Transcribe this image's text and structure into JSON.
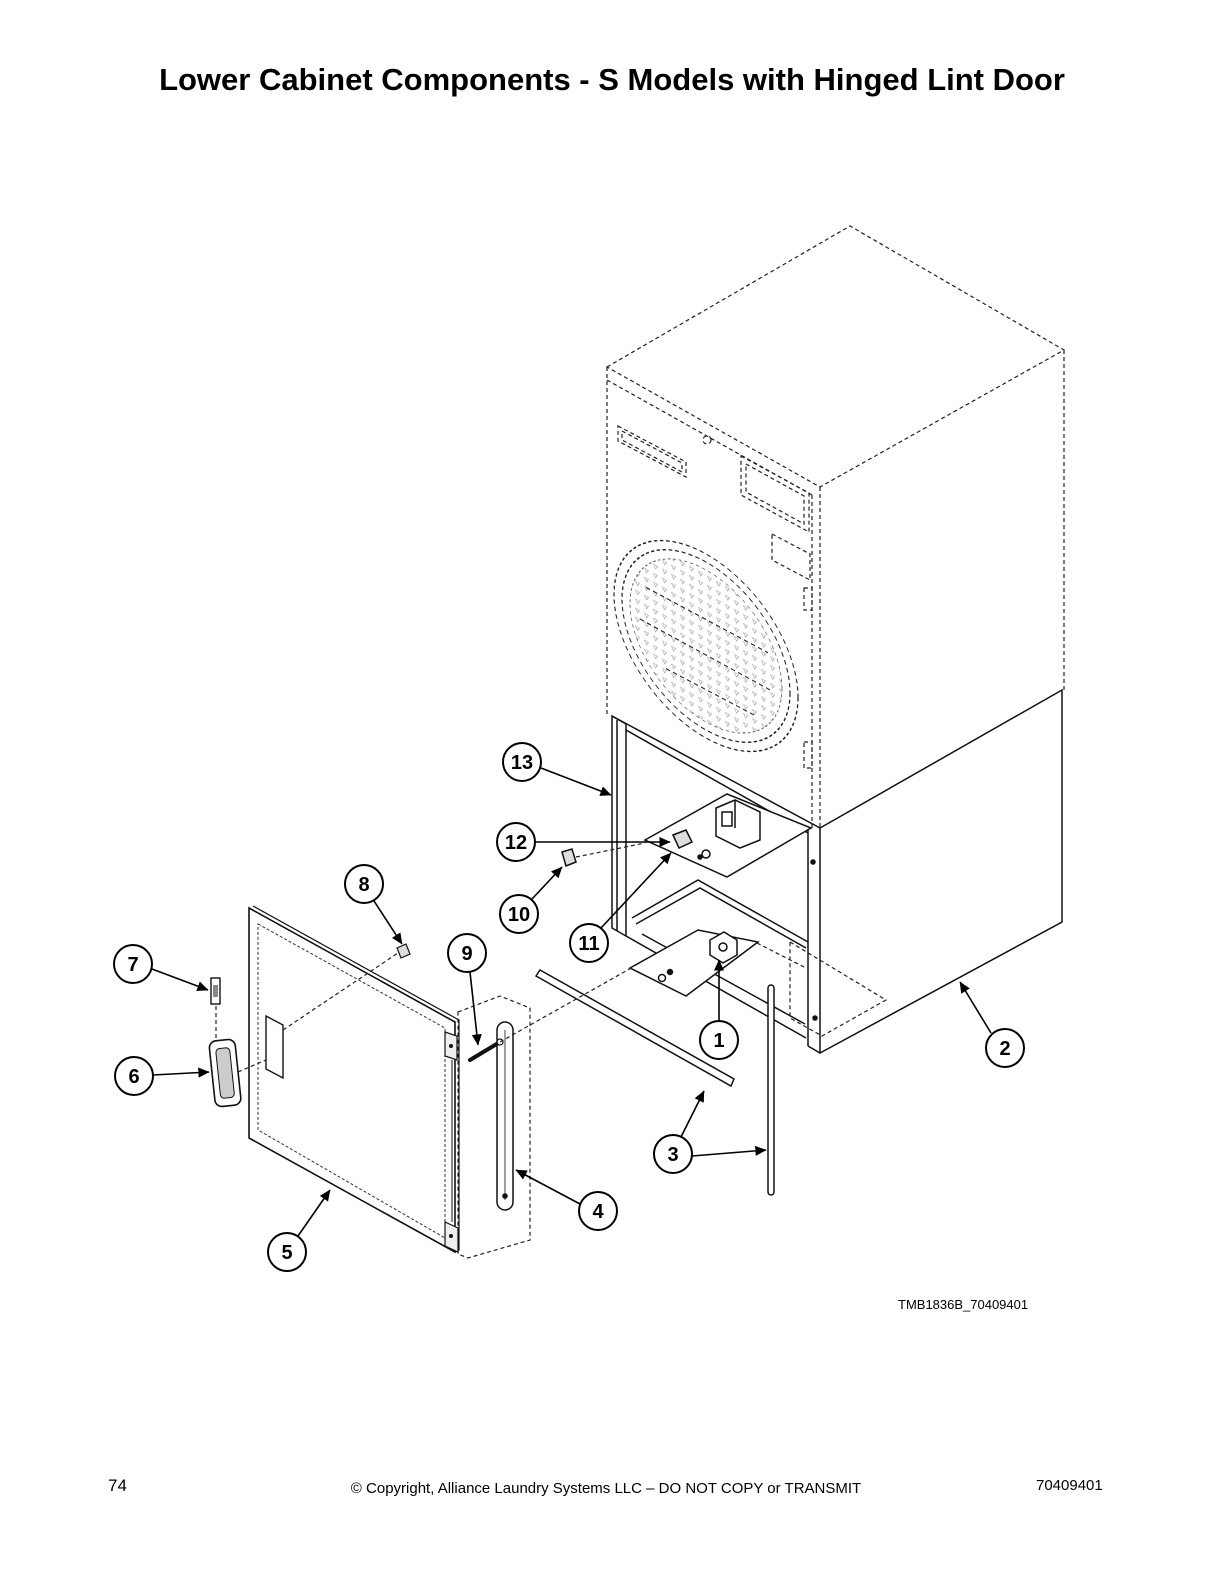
{
  "page": {
    "title": "Lower Cabinet Components - S Models with Hinged Lint Door"
  },
  "diagram": {
    "callouts": [
      "1",
      "2",
      "3",
      "4",
      "5",
      "6",
      "7",
      "8",
      "9",
      "10",
      "11",
      "12",
      "13"
    ],
    "drawing_id": "TMB1836B_70409401"
  },
  "footer": {
    "page_number": "74",
    "copyright": "© Copyright, Alliance Laundry Systems LLC – DO NOT COPY or TRANSMIT",
    "doc_number": "70409401"
  }
}
